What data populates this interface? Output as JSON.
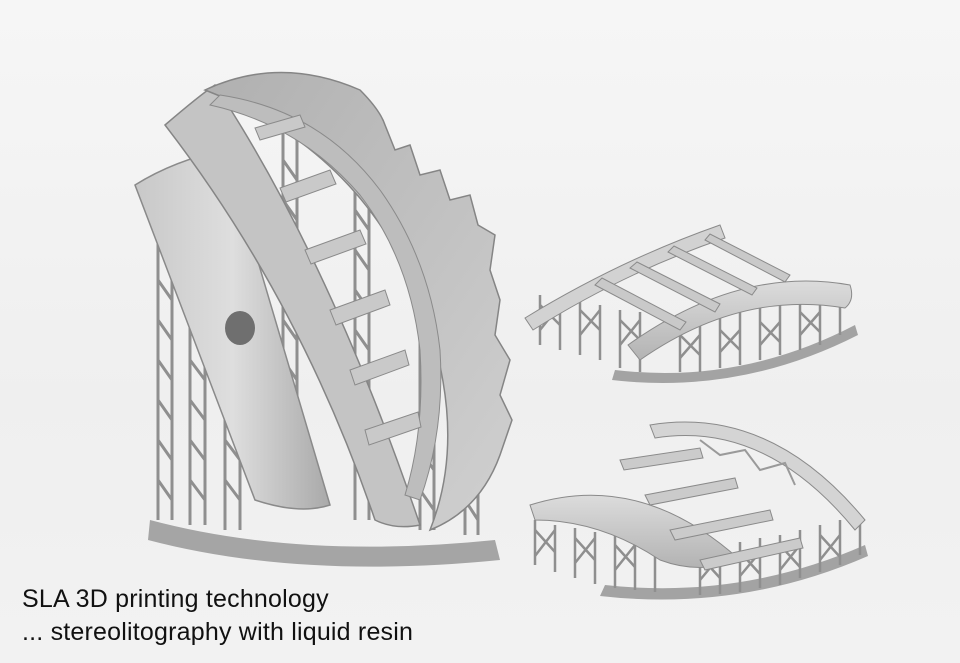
{
  "caption": {
    "line1": "SLA 3D printing technology",
    "line2": "... stereolitography with liquid resin"
  },
  "colors": {
    "background": "#f3f3f3",
    "model_light": "#d9d9d9",
    "model_mid": "#b9b9b9",
    "model_dark": "#8e8e8e",
    "support": "#9a9a9a",
    "text": "#111111"
  },
  "objects": [
    "large-curved-part-on-supports",
    "small-panel-top",
    "small-panel-bottom"
  ]
}
